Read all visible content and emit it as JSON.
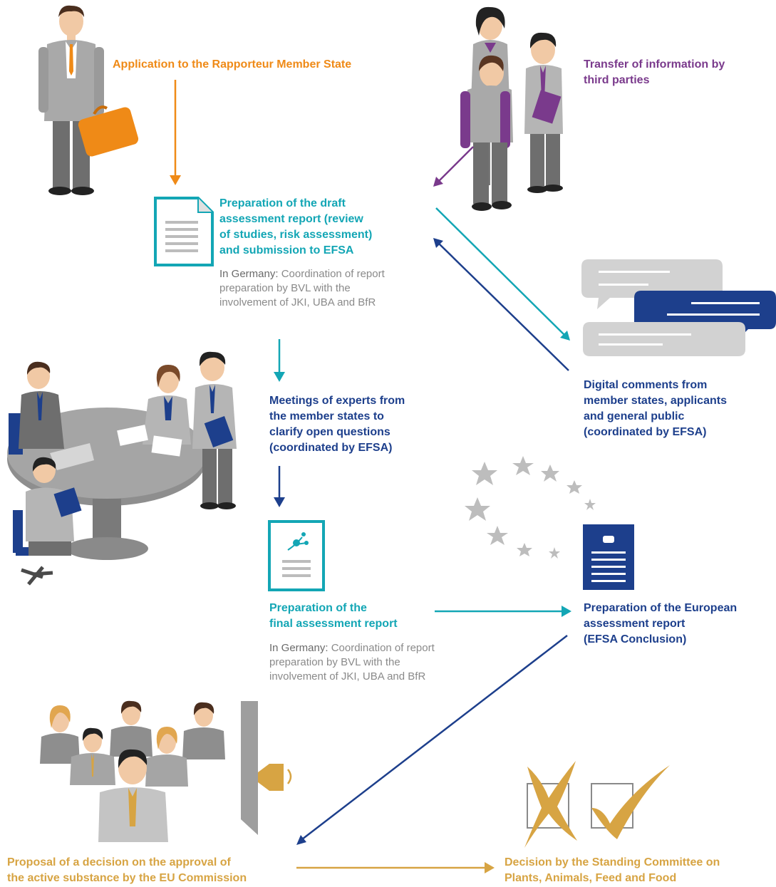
{
  "colors": {
    "orange": "#ef8a17",
    "purple": "#7a3a8c",
    "teal": "#13a6b5",
    "navy": "#1d3f8c",
    "gold": "#d7a443",
    "grey_text": "#8a8a8a"
  },
  "steps": {
    "application": "Application to the Rapporteur Member State",
    "third_parties": "Transfer of information by\nthird parties",
    "draft_report": "Preparation of the draft\nassessment report (review\nof studies, risk assessment)\nand submission to EFSA",
    "draft_note": {
      "prefix": "In Germany:",
      "text": " Coordination of report preparation by BVL with the involvement of JKI, UBA and BfR"
    },
    "comments": "Digital comments from\nmember states, applicants\nand general public\n(coordinated by EFSA)",
    "meetings": "Meetings of experts from\nthe member states to\nclarify open questions\n(coordinated by EFSA)",
    "final_report": "Preparation of the\nfinal assessment report",
    "final_note": {
      "prefix": "In Germany:",
      "text": " Coordination of report preparation by BVL with the involvement of JKI, UBA and BfR"
    },
    "european_report": "Preparation of the European\nassessment report\n(EFSA Conclusion)",
    "proposal": "Proposal of a decision on the approval of\nthe active substance by the EU Commission",
    "decision": "Decision by the Standing Committee on\nPlants, Animals, Feed and Food"
  },
  "icons": {
    "applicant": "businessman-with-briefcase-icon",
    "third_parties": "group-of-people-icon",
    "draft_doc": "document-icon",
    "comments": "speech-bubbles-icon",
    "meeting": "meeting-table-icon",
    "final_doc": "document-with-plant-icon",
    "eu_stars": "eu-stars-icon",
    "efsa_doc": "efsa-document-icon",
    "commission": "commission-group-icon",
    "megaphone": "megaphone-icon",
    "vote": "vote-cross-check-icon"
  }
}
